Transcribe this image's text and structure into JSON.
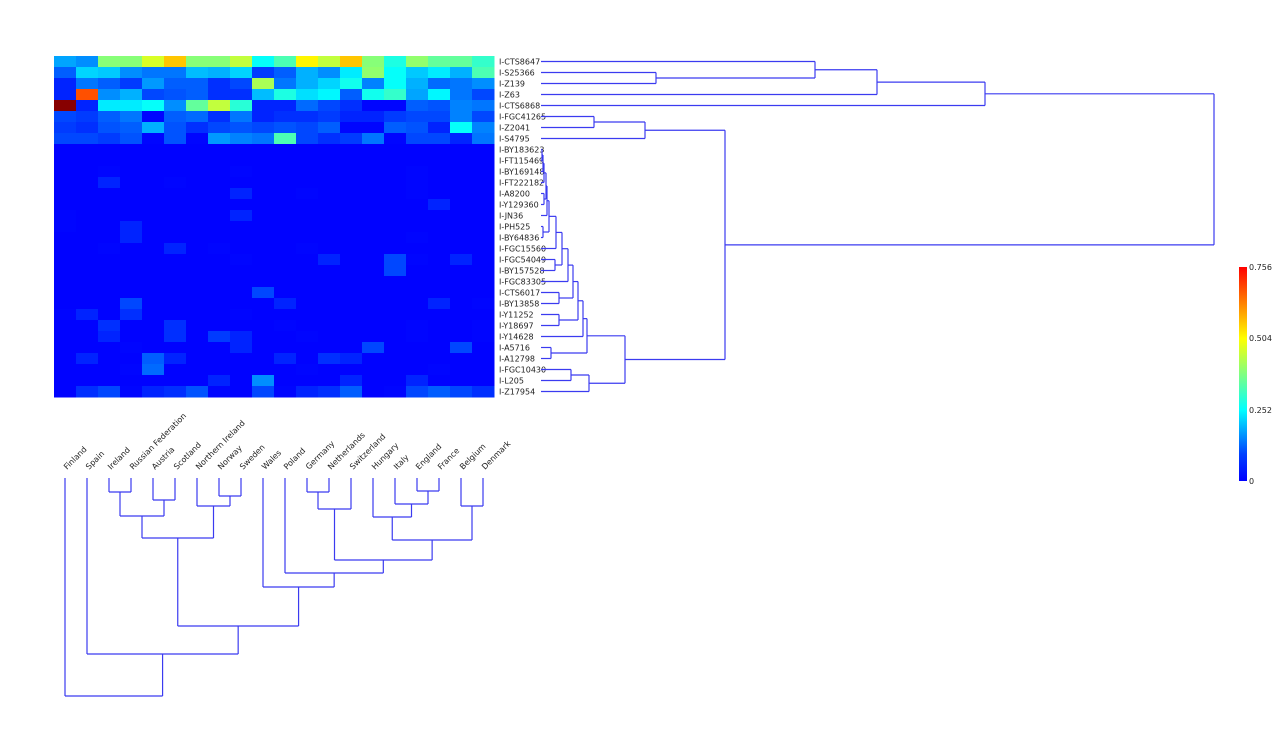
{
  "chart_data": {
    "type": "heatmap",
    "title": "",
    "columns": [
      "Finland",
      "Spain",
      "Ireland",
      "Russian Federation",
      "Austria",
      "Scotland",
      "Northern Ireland",
      "Norway",
      "Sweden",
      "Wales",
      "Poland",
      "Germany",
      "Netherlands",
      "Switzerland",
      "Hungary",
      "Italy",
      "England",
      "France",
      "Belgium",
      "Denmark"
    ],
    "rows": [
      "I-CTS8647",
      "I-S25366",
      "I-Z139",
      "I-Z63",
      "I-CTS6868",
      "I-FGC41265",
      "I-Z2041",
      "I-S4795",
      "I-BY183623",
      "I-FT115469",
      "I-BY169148",
      "I-FT222182",
      "I-A8200",
      "I-Y129360",
      "I-JN36",
      "I-PH525",
      "I-BY64836",
      "I-FGC15560",
      "I-FGC54049",
      "I-BY157528",
      "I-FGC83305",
      "I-CTS6017",
      "I-BY13858",
      "I-Y11252",
      "I-Y18697",
      "I-Y14628",
      "I-A5716",
      "I-A12798",
      "I-FGC10430",
      "I-L205",
      "I-Z17954"
    ],
    "values": [
      [
        0.14,
        0.12,
        0.33,
        0.33,
        0.4,
        0.48,
        0.33,
        0.33,
        0.38,
        0.22,
        0.28,
        0.44,
        0.38,
        0.48,
        0.33,
        0.24,
        0.34,
        0.3,
        0.3,
        0.26
      ],
      [
        0.08,
        0.18,
        0.17,
        0.12,
        0.1,
        0.1,
        0.16,
        0.15,
        0.18,
        0.05,
        0.08,
        0.15,
        0.12,
        0.2,
        0.34,
        0.22,
        0.17,
        0.2,
        0.15,
        0.28
      ],
      [
        0.03,
        0.1,
        0.08,
        0.05,
        0.13,
        0.08,
        0.08,
        0.04,
        0.06,
        0.36,
        0.1,
        0.15,
        0.18,
        0.23,
        0.11,
        0.22,
        0.15,
        0.09,
        0.1,
        0.12
      ],
      [
        0.03,
        0.58,
        0.12,
        0.15,
        0.06,
        0.07,
        0.08,
        0.04,
        0.04,
        0.16,
        0.24,
        0.19,
        0.21,
        0.08,
        0.23,
        0.26,
        0.14,
        0.21,
        0.1,
        0.06
      ],
      [
        0.75,
        0.03,
        0.2,
        0.2,
        0.22,
        0.12,
        0.3,
        0.38,
        0.25,
        0.03,
        0.03,
        0.09,
        0.06,
        0.04,
        0.02,
        0.02,
        0.08,
        0.07,
        0.11,
        0.1
      ],
      [
        0.06,
        0.05,
        0.08,
        0.1,
        0.02,
        0.08,
        0.09,
        0.04,
        0.1,
        0.03,
        0.04,
        0.04,
        0.05,
        0.03,
        0.03,
        0.05,
        0.06,
        0.06,
        0.11,
        0.06
      ],
      [
        0.05,
        0.04,
        0.07,
        0.08,
        0.15,
        0.07,
        0.04,
        0.06,
        0.07,
        0.06,
        0.07,
        0.06,
        0.08,
        0.02,
        0.02,
        0.08,
        0.07,
        0.03,
        0.22,
        0.11
      ],
      [
        0.06,
        0.06,
        0.05,
        0.07,
        0.02,
        0.07,
        0.02,
        0.13,
        0.11,
        0.1,
        0.28,
        0.06,
        0.04,
        0.05,
        0.1,
        0.02,
        0.06,
        0.06,
        0.03,
        0.1
      ],
      [
        0.01,
        0.01,
        0.01,
        0.01,
        0.01,
        0.01,
        0.01,
        0.01,
        0.01,
        0.01,
        0.01,
        0.01,
        0.01,
        0.01,
        0.01,
        0.01,
        0.01,
        0.01,
        0.01,
        0.01
      ],
      [
        0.01,
        0.01,
        0.01,
        0.01,
        0.01,
        0.01,
        0.01,
        0.01,
        0.01,
        0.01,
        0.01,
        0.01,
        0.01,
        0.01,
        0.01,
        0.01,
        0.01,
        0.01,
        0.01,
        0.01
      ],
      [
        0.01,
        0.01,
        0.02,
        0.01,
        0.01,
        0.01,
        0.01,
        0.01,
        0.02,
        0.01,
        0.01,
        0.01,
        0.01,
        0.01,
        0.01,
        0.01,
        0.02,
        0.01,
        0.01,
        0.01
      ],
      [
        0.01,
        0.01,
        0.03,
        0.01,
        0.01,
        0.02,
        0.01,
        0.01,
        0.01,
        0.01,
        0.01,
        0.01,
        0.01,
        0.01,
        0.01,
        0.01,
        0.02,
        0.01,
        0.01,
        0.01
      ],
      [
        0.01,
        0.01,
        0.01,
        0.01,
        0.01,
        0.01,
        0.01,
        0.01,
        0.03,
        0.01,
        0.01,
        0.02,
        0.01,
        0.01,
        0.01,
        0.01,
        0.02,
        0.01,
        0.01,
        0.01
      ],
      [
        0.01,
        0.01,
        0.01,
        0.01,
        0.01,
        0.01,
        0.01,
        0.01,
        0.01,
        0.01,
        0.01,
        0.01,
        0.01,
        0.01,
        0.01,
        0.01,
        0.01,
        0.03,
        0.01,
        0.01
      ],
      [
        0.02,
        0.01,
        0.01,
        0.01,
        0.01,
        0.01,
        0.01,
        0.01,
        0.03,
        0.01,
        0.01,
        0.01,
        0.01,
        0.01,
        0.01,
        0.01,
        0.01,
        0.01,
        0.01,
        0.01
      ],
      [
        0.02,
        0.01,
        0.01,
        0.03,
        0.01,
        0.01,
        0.01,
        0.01,
        0.01,
        0.01,
        0.01,
        0.01,
        0.01,
        0.01,
        0.01,
        0.01,
        0.01,
        0.01,
        0.01,
        0.01
      ],
      [
        0.01,
        0.01,
        0.01,
        0.03,
        0.01,
        0.01,
        0.01,
        0.01,
        0.01,
        0.01,
        0.01,
        0.01,
        0.01,
        0.01,
        0.01,
        0.01,
        0.02,
        0.01,
        0.01,
        0.01
      ],
      [
        0.01,
        0.01,
        0.02,
        0.01,
        0.01,
        0.03,
        0.01,
        0.02,
        0.01,
        0.01,
        0.01,
        0.02,
        0.01,
        0.01,
        0.01,
        0.01,
        0.01,
        0.01,
        0.01,
        0.01
      ],
      [
        0.01,
        0.01,
        0.01,
        0.01,
        0.01,
        0.01,
        0.01,
        0.01,
        0.02,
        0.01,
        0.01,
        0.01,
        0.03,
        0.01,
        0.01,
        0.06,
        0.02,
        0.01,
        0.03,
        0.01
      ],
      [
        0.01,
        0.01,
        0.01,
        0.01,
        0.01,
        0.01,
        0.01,
        0.01,
        0.01,
        0.01,
        0.01,
        0.01,
        0.01,
        0.01,
        0.01,
        0.06,
        0.01,
        0.01,
        0.01,
        0.01
      ],
      [
        0.01,
        0.01,
        0.01,
        0.01,
        0.01,
        0.01,
        0.01,
        0.01,
        0.01,
        0.01,
        0.01,
        0.01,
        0.01,
        0.01,
        0.01,
        0.01,
        0.01,
        0.01,
        0.01,
        0.01
      ],
      [
        0.01,
        0.01,
        0.01,
        0.01,
        0.01,
        0.01,
        0.01,
        0.01,
        0.01,
        0.06,
        0.01,
        0.01,
        0.01,
        0.01,
        0.01,
        0.01,
        0.01,
        0.01,
        0.01,
        0.01
      ],
      [
        0.01,
        0.01,
        0.01,
        0.06,
        0.01,
        0.01,
        0.01,
        0.01,
        0.01,
        0.01,
        0.03,
        0.01,
        0.01,
        0.01,
        0.01,
        0.01,
        0.01,
        0.03,
        0.01,
        0.02
      ],
      [
        0.02,
        0.03,
        0.01,
        0.04,
        0.01,
        0.01,
        0.01,
        0.01,
        0.02,
        0.01,
        0.01,
        0.01,
        0.01,
        0.01,
        0.01,
        0.01,
        0.01,
        0.01,
        0.01,
        0.01
      ],
      [
        0.01,
        0.01,
        0.04,
        0.01,
        0.01,
        0.04,
        0.01,
        0.01,
        0.01,
        0.01,
        0.02,
        0.01,
        0.01,
        0.01,
        0.01,
        0.01,
        0.02,
        0.01,
        0.01,
        0.02
      ],
      [
        0.01,
        0.01,
        0.03,
        0.01,
        0.01,
        0.04,
        0.01,
        0.05,
        0.03,
        0.01,
        0.01,
        0.02,
        0.01,
        0.01,
        0.01,
        0.01,
        0.02,
        0.01,
        0.01,
        0.02
      ],
      [
        0.01,
        0.01,
        0.01,
        0.02,
        0.01,
        0.01,
        0.01,
        0.01,
        0.03,
        0.01,
        0.01,
        0.01,
        0.01,
        0.01,
        0.06,
        0.01,
        0.01,
        0.01,
        0.06,
        0.01
      ],
      [
        0.01,
        0.03,
        0.01,
        0.01,
        0.08,
        0.03,
        0.01,
        0.01,
        0.01,
        0.01,
        0.03,
        0.01,
        0.04,
        0.03,
        0.01,
        0.01,
        0.01,
        0.01,
        0.01,
        0.01
      ],
      [
        0.01,
        0.01,
        0.01,
        0.02,
        0.09,
        0.01,
        0.01,
        0.01,
        0.01,
        0.01,
        0.01,
        0.02,
        0.01,
        0.01,
        0.01,
        0.01,
        0.01,
        0.02,
        0.01,
        0.01
      ],
      [
        0.01,
        0.01,
        0.01,
        0.01,
        0.01,
        0.01,
        0.01,
        0.03,
        0.01,
        0.12,
        0.01,
        0.01,
        0.01,
        0.03,
        0.01,
        0.01,
        0.03,
        0.01,
        0.01,
        0.01
      ],
      [
        0.01,
        0.04,
        0.06,
        0.02,
        0.03,
        0.04,
        0.07,
        0.02,
        0.01,
        0.06,
        0.02,
        0.03,
        0.04,
        0.08,
        0.01,
        0.02,
        0.06,
        0.08,
        0.06,
        0.04
      ]
    ],
    "colorbar": {
      "min": 0,
      "max": 0.756,
      "ticks": [
        "0",
        "0.252",
        "0.504",
        "0.756"
      ],
      "colormap": "jet"
    },
    "row_dendrogram": {
      "note": "hierarchical clustering of rows, drawn to the right of heatmap",
      "merges": [
        {
          "left": [
            "I-S25366"
          ],
          "right": [
            "I-Z139"
          ],
          "height": 0.13
        },
        {
          "left": [
            "I-CTS8647"
          ],
          "right": [
            "I-S25366",
            "I-Z139"
          ],
          "height": 0.33
        },
        {
          "left": [
            "I-CTS8647",
            "I-S25366",
            "I-Z139"
          ],
          "right": [
            "I-Z63"
          ],
          "height": 0.4
        },
        {
          "left": [
            "I-CTS8647",
            "I-S25366",
            "I-Z139",
            "I-Z63"
          ],
          "right": [
            "I-CTS6868"
          ],
          "height": 0.54
        },
        {
          "left": [
            "I-FGC41265"
          ],
          "right": [
            "I-Z2041"
          ],
          "height": 0.06
        },
        {
          "left": [
            "I-FGC41265",
            "I-Z2041"
          ],
          "right": [
            "I-S4795"
          ],
          "height": 0.12
        },
        {
          "left": [
            "I-FGC10430"
          ],
          "right": [
            "I-L205"
          ],
          "height": 0.04
        },
        {
          "left": [
            "I-FGC10430",
            "I-L205"
          ],
          "right": [
            "I-Z17954"
          ],
          "height": 0.06
        },
        {
          "left": [
            "I-A5716"
          ],
          "right": [
            "I-A12798"
          ],
          "height": 0.02
        },
        {
          "left": [
            "I-Y11252"
          ],
          "right": [
            "I-Y18697"
          ],
          "height": 0.02
        },
        {
          "left": [
            "I-CTS6017"
          ],
          "right": [
            "I-BY13858"
          ],
          "height": 0.02
        },
        {
          "left": [
            "I-FGC54049"
          ],
          "right": [
            "I-BY157528"
          ],
          "height": 0.01
        }
      ],
      "top_split_height": 0.8
    },
    "column_dendrogram": {
      "note": "hierarchical clustering of columns, drawn below heatmap",
      "leaf_order": [
        "Finland",
        "Spain",
        "Ireland",
        "Russian Federation",
        "Austria",
        "Scotland",
        "Northern Ireland",
        "Norway",
        "Sweden",
        "Wales",
        "Poland",
        "Germany",
        "Netherlands",
        "Switzerland",
        "Hungary",
        "Italy",
        "England",
        "France",
        "Belgium",
        "Denmark"
      ]
    }
  }
}
